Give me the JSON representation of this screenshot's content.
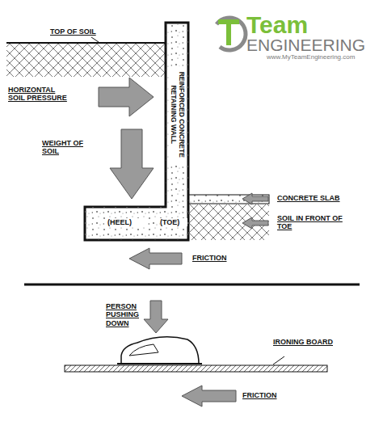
{
  "diagram": {
    "labels": [
      "Team",
      "ENGINEERING",
      "www.MyTeamEngineering.com",
      "TOP OF SOIL",
      "HORIZONTAL SOIL PRESSURE",
      "REINFORCED CONCRETE RETAINING WALL",
      "WEIGHT OF SOIL",
      "(HEEL)",
      "(TOE)",
      "CONCRETE SLAB",
      "SOIL IN FRONT OF TOE",
      "FRICTION",
      "PERSON PUSHING DOWN",
      "IRONING BOARD",
      "FRICTION"
    ]
  }
}
